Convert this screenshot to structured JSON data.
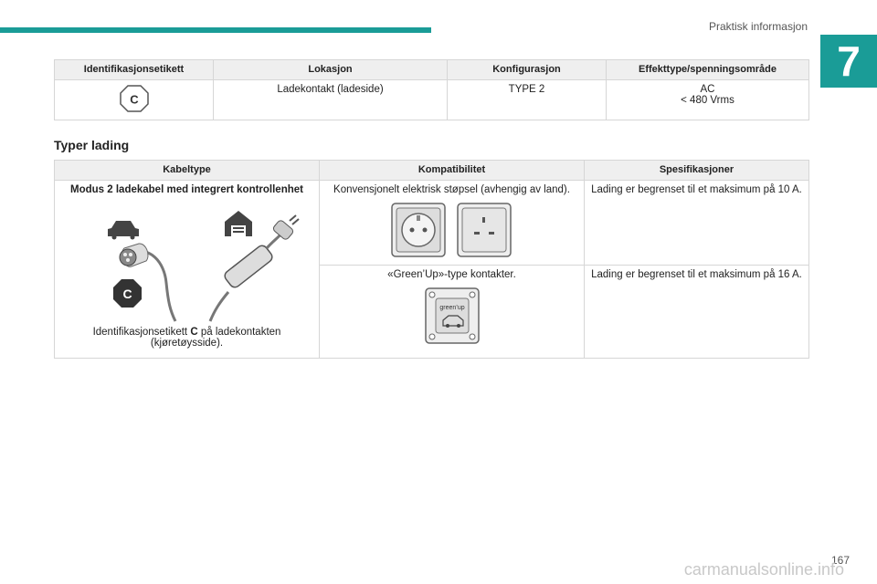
{
  "header": {
    "section_title": "Praktisk informasjon",
    "chapter_number": "7"
  },
  "table1": {
    "headers": [
      "Identifikasjonsetikett",
      "Lokasjon",
      "Konfigurasjon",
      "Effekttype/spenningsområde"
    ],
    "row": {
      "label_badge": "C",
      "location": "Ladekontakt (ladeside)",
      "configuration": "TYPE 2",
      "power_type": "AC",
      "voltage": "< 480 Vrms"
    }
  },
  "section": {
    "title": "Typer lading"
  },
  "table2": {
    "headers": [
      "Kabeltype",
      "Kompatibilitet",
      "Spesifikasjoner"
    ],
    "cable_title": "Modus 2 ladekabel med integrert kontrollenhet",
    "cable_badge": "C",
    "cable_caption_pre": "Identifikasjonsetikett ",
    "cable_caption_bold": "C",
    "cable_caption_post": " på ladekontakten (kjøretøysside).",
    "rows": [
      {
        "compat": "Konvensjonelt elektrisk støpsel (avhengig av land).",
        "spec": "Lading er begrenset til et maksimum på 10 A."
      },
      {
        "compat": "«Green’Up»-type kontakter.",
        "spec": "Lading er begrenset til et maksimum på 16 A.",
        "socket_text": "green’up"
      }
    ]
  },
  "footer": {
    "page_number": "167",
    "watermark": "carmanualsonline.info"
  }
}
